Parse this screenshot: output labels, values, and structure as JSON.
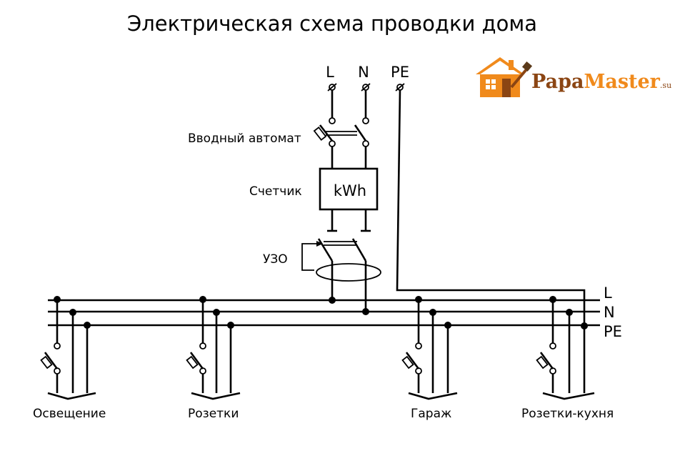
{
  "diagram": {
    "title": "Электрическая схема проводки дома",
    "terminals": [
      "L",
      "N",
      "PE"
    ],
    "input_breaker_label": "Вводный автомат",
    "meter_label": "Счетчик",
    "meter_unit": "kWh",
    "rcd_label": "УЗО",
    "bus_labels": [
      "L",
      "N",
      "PE"
    ],
    "circuits": [
      "Освещение",
      "Розетки",
      "Гараж",
      "Розетки-кухня"
    ]
  },
  "logo": {
    "name_part1": "Papa",
    "name_part2": "Master",
    "domain": ".su",
    "colors": {
      "brown": "#8b4513",
      "orange": "#f08a1c"
    }
  }
}
